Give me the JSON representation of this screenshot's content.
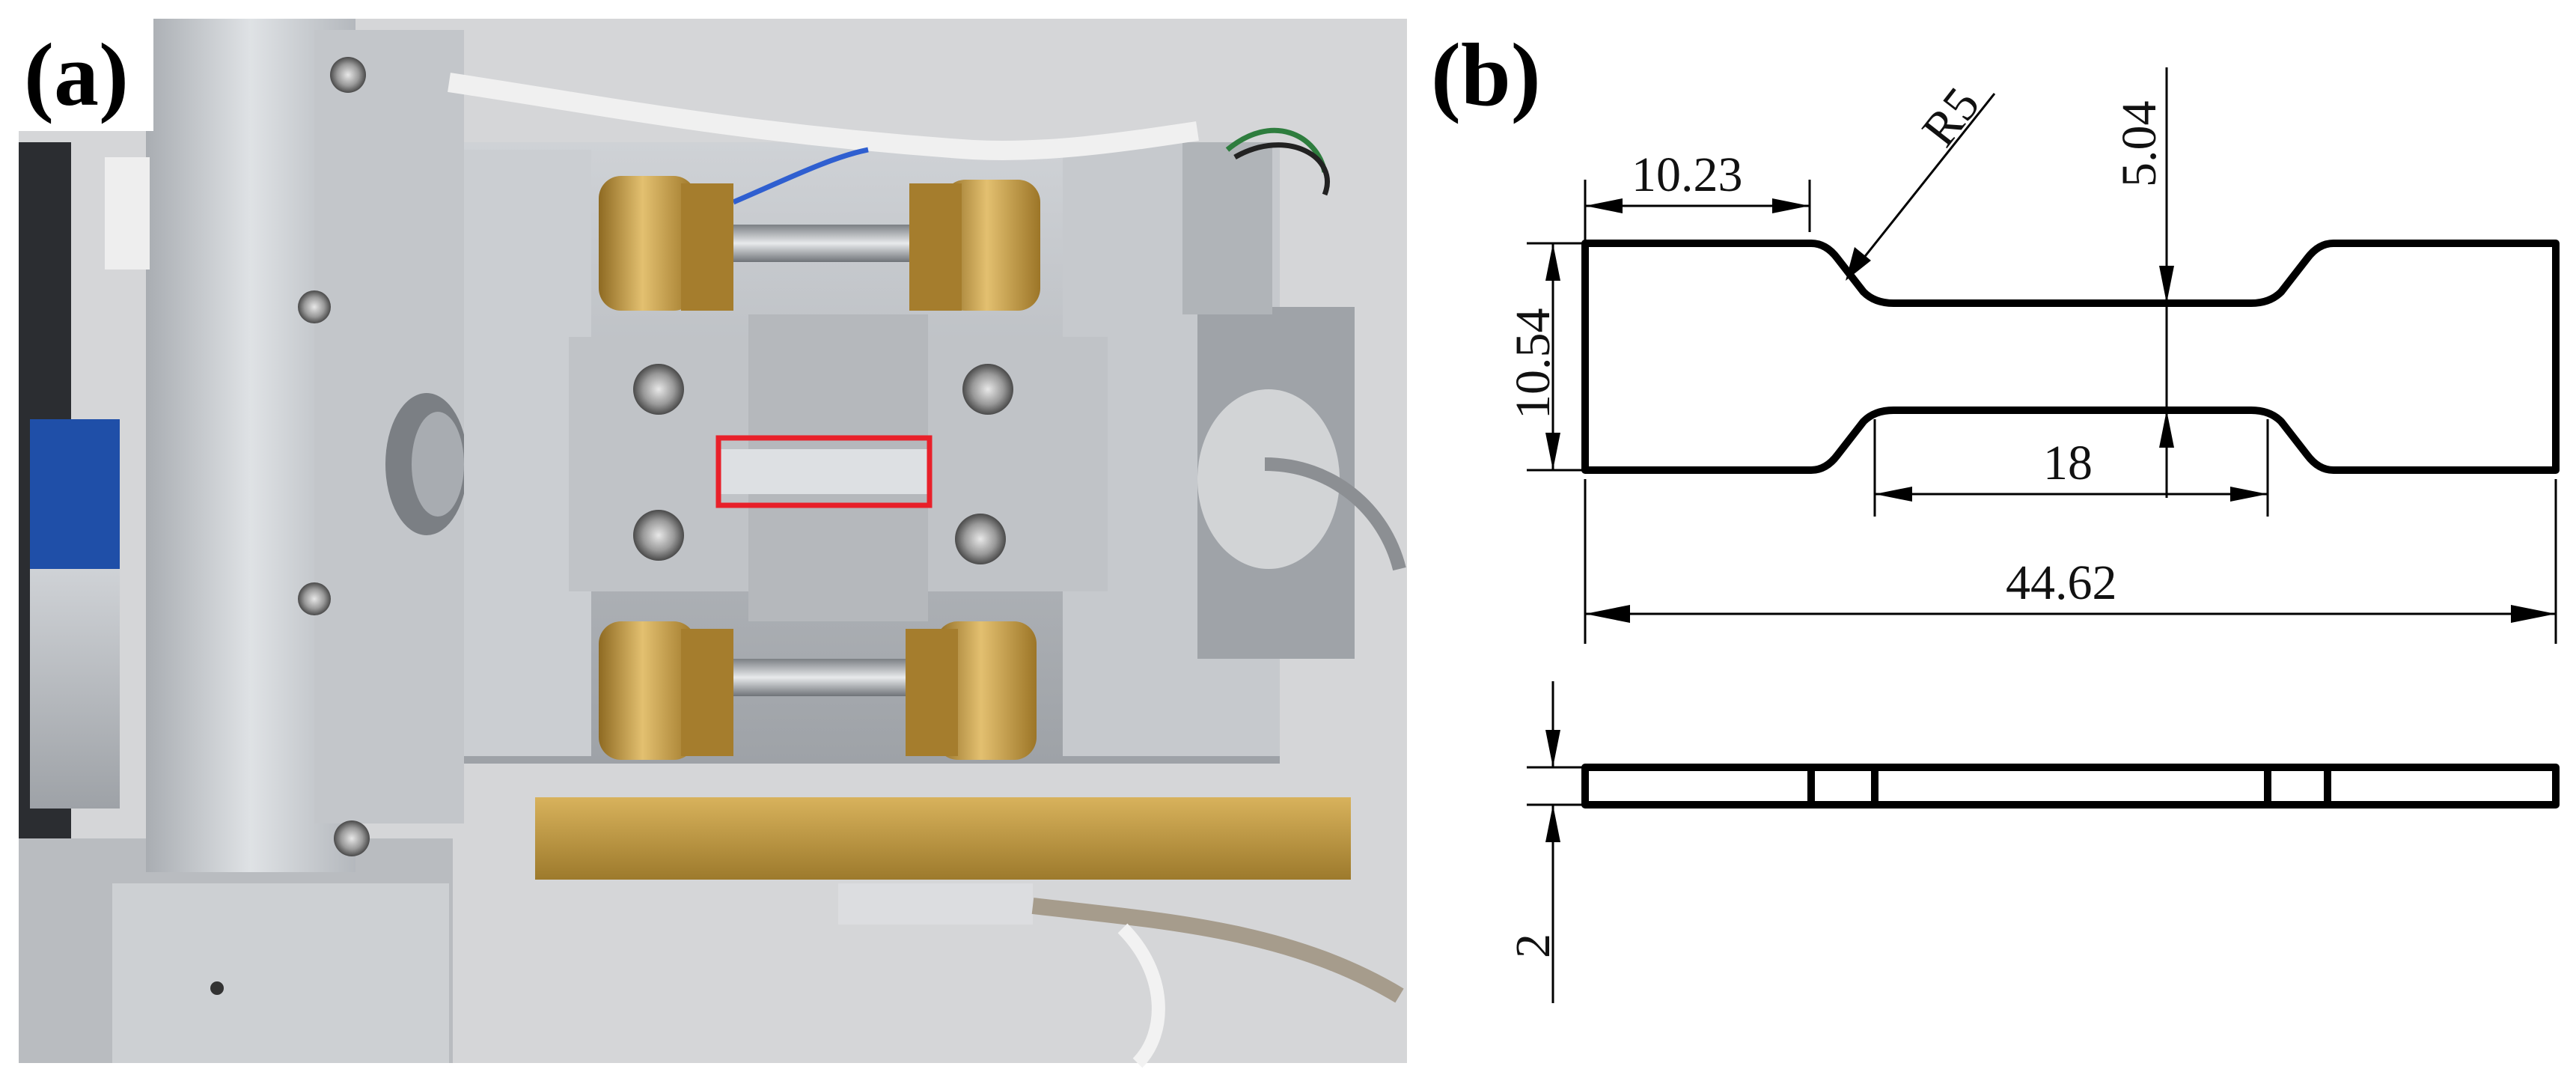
{
  "panels": {
    "a": {
      "label": "(a)"
    },
    "b": {
      "label": "(b)"
    }
  },
  "dimensions": {
    "shoulder_length": "10.23",
    "fillet_radius": "R5",
    "gauge_width": "5.04",
    "grip_width": "10.54",
    "gauge_length": "18",
    "overall_length": "44.62",
    "thickness": "2"
  },
  "colors": {
    "highlight_box": "#e8202a",
    "aluminum": "#c8cbce",
    "brass": "#c9a24a",
    "background_photo": "#d7d8da",
    "drawing_stroke": "#000000"
  }
}
